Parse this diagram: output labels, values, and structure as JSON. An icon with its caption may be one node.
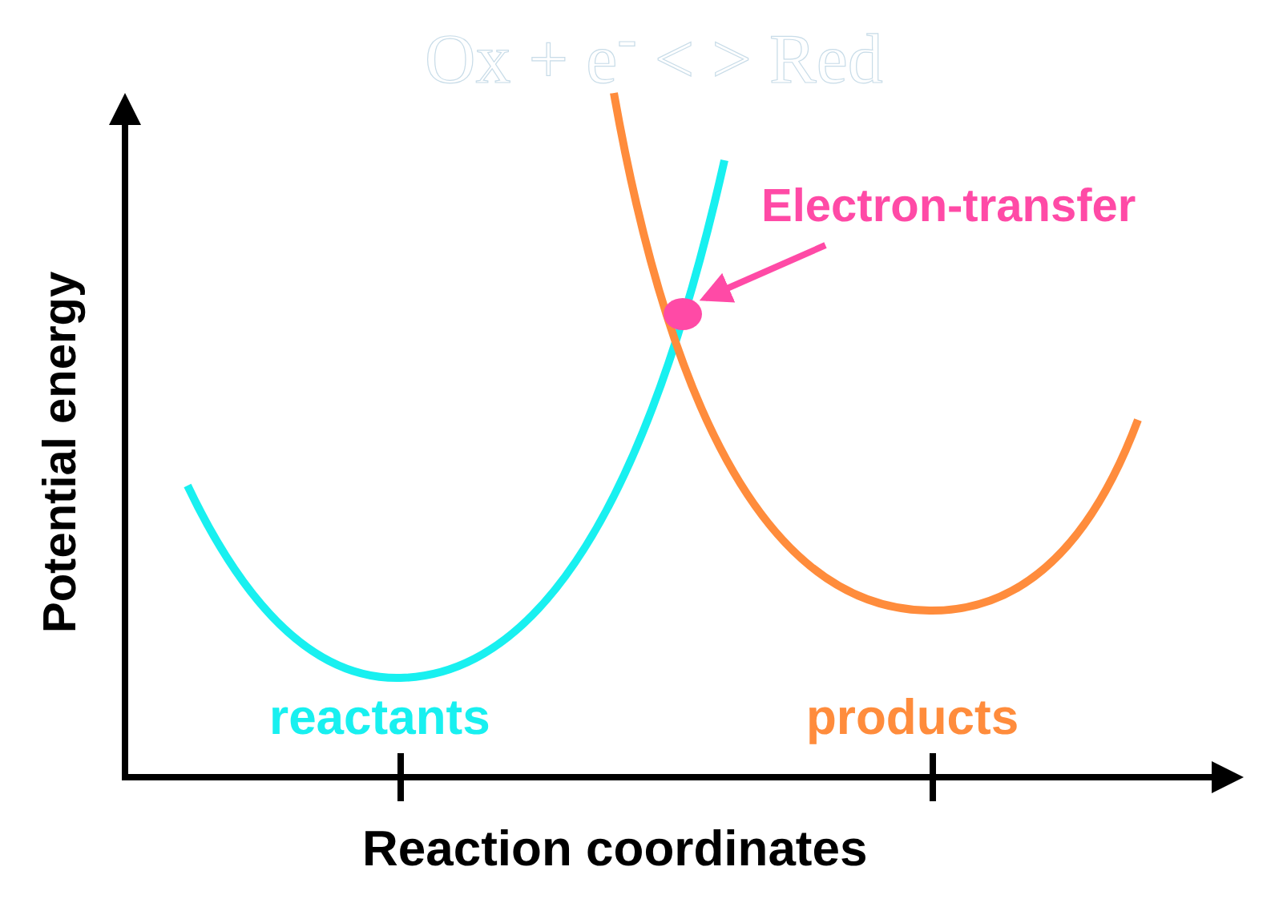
{
  "diagram": {
    "title": "Ox + e$^{-}$ < > Red",
    "nodes": [
      {
        "text": [
          "Electron-transfer"
        ]
      },
      {
        "text": [],
        "shape": "circle"
      }
    ],
    "edges": [
      {
        "from": 0,
        "to": 1,
        "arrow": "to"
      }
    ],
    "labels": [
      "Potential energy",
      "reactants",
      "products",
      "Reaction coordinates"
    ]
  }
}
